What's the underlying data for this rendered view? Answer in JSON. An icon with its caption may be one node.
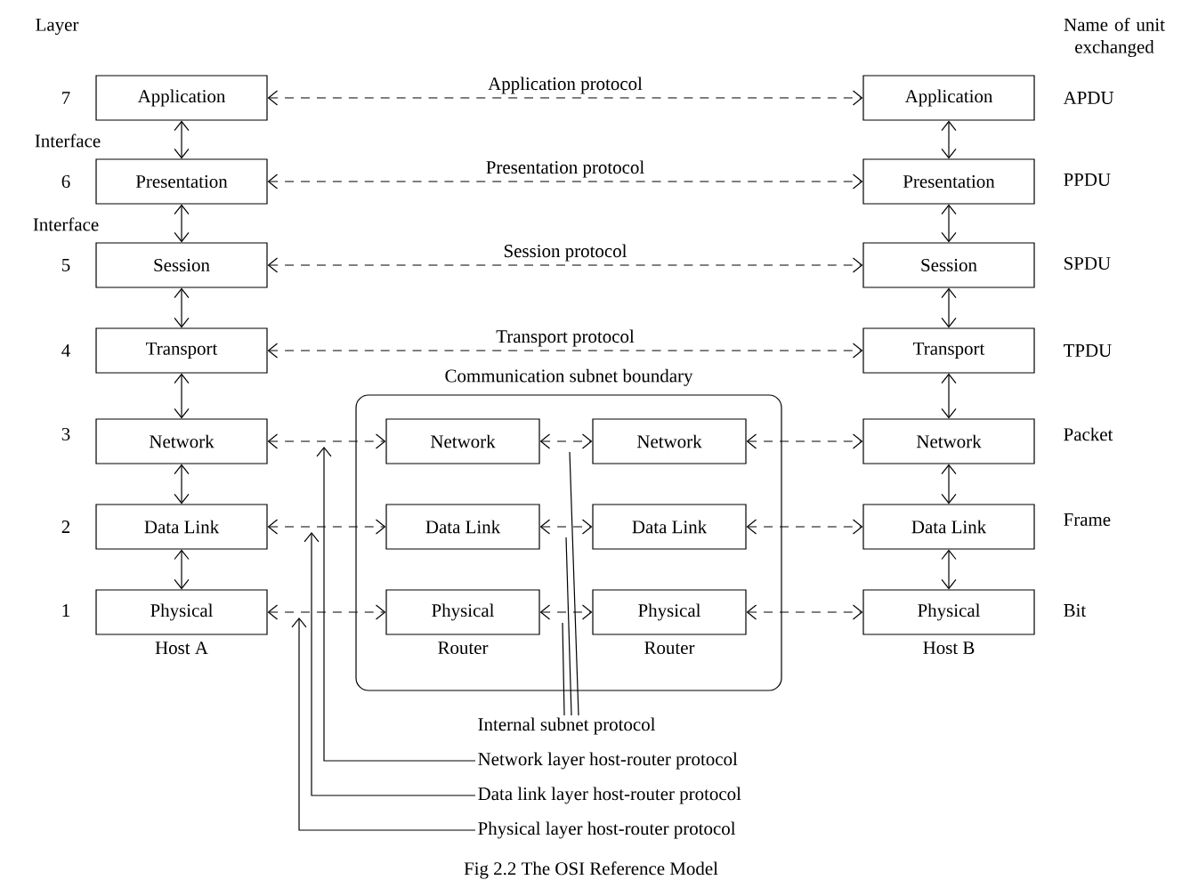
{
  "diagram": {
    "caption": "Fig 2.2 The OSI Reference Model",
    "nodes": [
      {
        "text": [
          "Application"
        ]
      },
      {
        "text": [
          "Presentation"
        ]
      },
      {
        "text": [
          "Session"
        ]
      },
      {
        "text": [
          "Transport"
        ]
      },
      {
        "text": [
          "Network"
        ]
      },
      {
        "text": [
          "Data Link"
        ]
      },
      {
        "text": [
          "Physical"
        ],
        "beside": [
          "Host A"
        ]
      },
      {
        "text": [
          "Communication subnet boundary"
        ]
      },
      {
        "text": [
          "Network"
        ],
        "in": 7
      },
      {
        "text": [
          "Data Link"
        ],
        "in": 7
      },
      {
        "text": [
          "Physical"
        ],
        "in": 7,
        "beside": [
          "Router"
        ]
      },
      {
        "text": [
          "Network"
        ],
        "in": 7
      },
      {
        "text": [
          "Data Link"
        ],
        "in": 7
      },
      {
        "text": [
          "Physical"
        ],
        "in": 7,
        "beside": [
          "Router"
        ]
      },
      {
        "text": [
          "Application"
        ]
      },
      {
        "text": [
          "Presentation"
        ]
      },
      {
        "text": [
          "Session"
        ]
      },
      {
        "text": [
          "Transport"
        ]
      },
      {
        "text": [
          "Network"
        ]
      },
      {
        "text": [
          "Data Link"
        ]
      },
      {
        "text": [
          "Physical"
        ],
        "beside": [
          "Host B"
        ]
      },
      {
        "text": [
          "Internal subnet protocol"
        ]
      },
      {
        "text": [
          "Network layer host-router protocol"
        ]
      },
      {
        "text": [
          "Data link layer host-router protocol"
        ]
      },
      {
        "text": [
          "Physical layer host-router protocol"
        ]
      }
    ],
    "edges": [
      {
        "from": 0,
        "to": 1,
        "arrow": "both"
      },
      {
        "from": 1,
        "to": 2,
        "arrow": "both"
      },
      {
        "from": 2,
        "to": 3,
        "arrow": "both"
      },
      {
        "from": 3,
        "to": 4,
        "arrow": "both"
      },
      {
        "from": 4,
        "to": 5,
        "arrow": "both"
      },
      {
        "from": 5,
        "to": 6,
        "arrow": "both"
      },
      {
        "from": 14,
        "to": 15,
        "arrow": "both"
      },
      {
        "from": 15,
        "to": 16,
        "arrow": "both"
      },
      {
        "from": 16,
        "to": 17,
        "arrow": "both"
      },
      {
        "from": 17,
        "to": 18,
        "arrow": "both"
      },
      {
        "from": 18,
        "to": 19,
        "arrow": "both"
      },
      {
        "from": 19,
        "to": 20,
        "arrow": "both"
      },
      {
        "from": 0,
        "to": 14,
        "arrow": "both",
        "style": "dashed",
        "label": "Application protocol"
      },
      {
        "from": 1,
        "to": 15,
        "arrow": "both",
        "style": "dashed",
        "label": "Presentation protocol"
      },
      {
        "from": 2,
        "to": 16,
        "arrow": "both",
        "style": "dashed",
        "label": "Session protocol"
      },
      {
        "from": 3,
        "to": 17,
        "arrow": "both",
        "style": "dashed",
        "label": "Transport protocol"
      },
      {
        "from": 4,
        "to": 8,
        "arrow": "both",
        "style": "dashed"
      },
      {
        "from": 8,
        "to": 11,
        "arrow": "both",
        "style": "dashed"
      },
      {
        "from": 11,
        "to": 18,
        "arrow": "both",
        "style": "dashed"
      },
      {
        "from": 5,
        "to": 9,
        "arrow": "both",
        "style": "dashed"
      },
      {
        "from": 9,
        "to": 12,
        "arrow": "both",
        "style": "dashed"
      },
      {
        "from": 12,
        "to": 19,
        "arrow": "both",
        "style": "dashed"
      },
      {
        "from": 6,
        "to": 10,
        "arrow": "both",
        "style": "dashed"
      },
      {
        "from": 10,
        "to": 13,
        "arrow": "both",
        "style": "dashed"
      },
      {
        "from": 13,
        "to": 20,
        "arrow": "both",
        "style": "dashed"
      },
      {
        "from": 21,
        "to": null,
        "arrow": "none"
      },
      {
        "from": 21,
        "to": null,
        "arrow": "none"
      },
      {
        "from": 21,
        "to": null,
        "arrow": "none"
      },
      {
        "from": 22,
        "to": null,
        "arrow": "to"
      },
      {
        "from": 23,
        "to": null,
        "arrow": "to"
      },
      {
        "from": 24,
        "to": null,
        "arrow": "to"
      }
    ],
    "labels": [
      "Layer",
      "7",
      "Interface",
      "6",
      "Interface",
      "5",
      "4",
      "3",
      "2",
      "1",
      "Name of unit exchanged",
      "APDU",
      "PPDU",
      "SPDU",
      "TPDU",
      "Packet",
      "Frame",
      "Bit"
    ]
  }
}
